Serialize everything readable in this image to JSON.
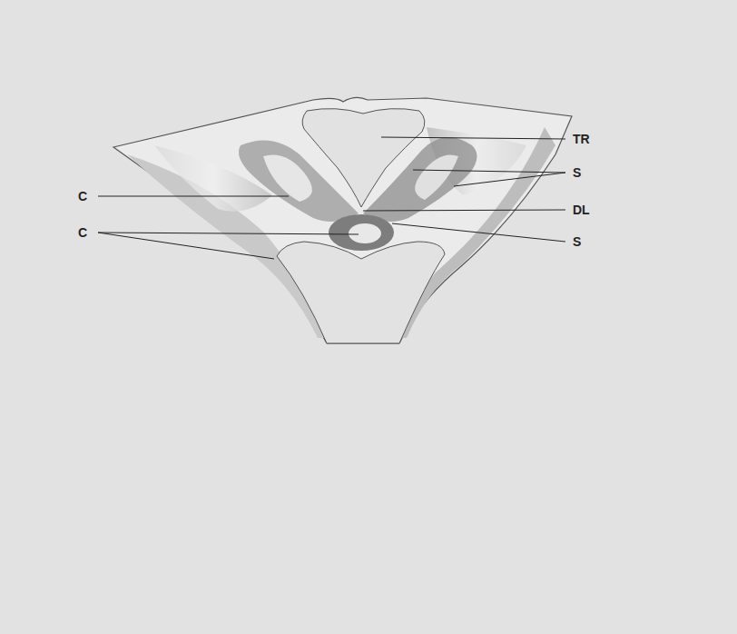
{
  "diagram": {
    "labels": [
      "TR",
      "S",
      "C",
      "DL",
      "C",
      "S"
    ]
  }
}
